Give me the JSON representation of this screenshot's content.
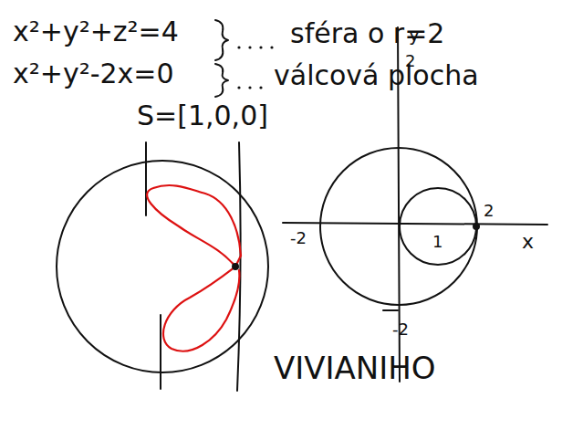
{
  "diagram": {
    "labels": [
      "x²+y²+z²=4",
      "sféra o r=2",
      "x²+y²-2x=0",
      "válcová plocha",
      "S=[1,0,0]",
      "y",
      "2",
      "-2",
      "2",
      "1",
      "x",
      "-2",
      "VIVIANIHO"
    ]
  }
}
